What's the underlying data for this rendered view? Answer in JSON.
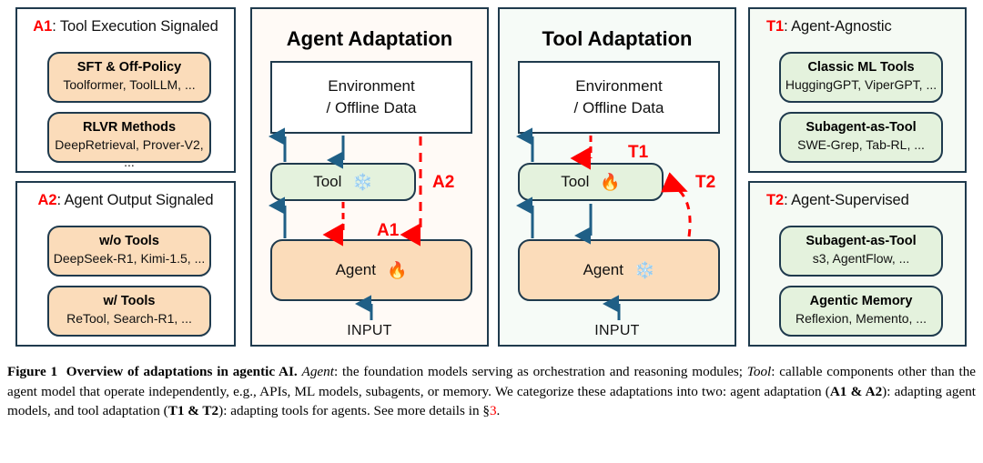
{
  "panels": {
    "a1": {
      "tag": "A1",
      "heading": ": Tool Execution Signaled",
      "items": [
        {
          "title": "SFT & Off-Policy",
          "sub": "Toolformer, ToolLLM, ..."
        },
        {
          "title": "RLVR Methods",
          "sub": "DeepRetrieval, Prover-V2, ..."
        }
      ]
    },
    "a2": {
      "tag": "A2",
      "heading": ": Agent Output Signaled",
      "items": [
        {
          "title": "w/o Tools",
          "sub": "DeepSeek-R1, Kimi-1.5, ..."
        },
        {
          "title": "w/ Tools",
          "sub": "ReTool, Search-R1, ..."
        }
      ]
    },
    "t1": {
      "tag": "T1",
      "heading": ": Agent-Agnostic",
      "items": [
        {
          "title": "Classic ML Tools",
          "sub": "HuggingGPT, ViperGPT, ..."
        },
        {
          "title": "Subagent-as-Tool",
          "sub": "SWE-Grep, Tab-RL, ..."
        }
      ]
    },
    "t2": {
      "tag": "T2",
      "heading": ": Agent-Supervised",
      "items": [
        {
          "title": "Subagent-as-Tool",
          "sub": "s3, AgentFlow, ..."
        },
        {
          "title": "Agentic Memory",
          "sub": "Reflexion, Memento, ..."
        }
      ]
    },
    "agent_adaptation": {
      "title": "Agent Adaptation",
      "env_line1": "Environment",
      "env_line2": "/ Offline Data",
      "tool_label": "Tool",
      "tool_state_icon": "snowflake",
      "tool_state_emoji": "❄️",
      "agent_label": "Agent",
      "agent_state_icon": "fire",
      "agent_state_emoji": "🔥",
      "input_label": "INPUT",
      "signal_labels": [
        "A1",
        "A2"
      ]
    },
    "tool_adaptation": {
      "title": "Tool Adaptation",
      "env_line1": "Environment",
      "env_line2": "/ Offline Data",
      "tool_label": "Tool",
      "tool_state_icon": "fire",
      "tool_state_emoji": "🔥",
      "agent_label": "Agent",
      "agent_state_icon": "snowflake",
      "agent_state_emoji": "❄️",
      "input_label": "INPUT",
      "signal_labels": [
        "T1",
        "T2"
      ]
    }
  },
  "caption": {
    "fig_label": "Figure 1",
    "bold_title": "Overview of adaptations in agentic AI.",
    "agent_term": "Agent",
    "agent_def": ": the foundation models serving as orchestration and reasoning modules; ",
    "tool_term": "Tool",
    "tool_def": ": callable components other than the agent model that operate independently, e.g., APIs, ML models, subagents, or memory. We categorize these adaptations into two: agent adaptation (",
    "a_tags": "A1 & A2",
    "mid": "): adapting agent models, and tool adaptation (",
    "t_tags": "T1 & T2",
    "tail": "): adapting tools for agents. See more details in §",
    "ref": "3",
    "period": "."
  },
  "colors": {
    "border": "#1f3a4d",
    "arrow_blue": "#1f5f86",
    "signal_red": "#ff0000",
    "agent_fill": "#fbdcba",
    "tool_fill": "#e4f2dd"
  }
}
